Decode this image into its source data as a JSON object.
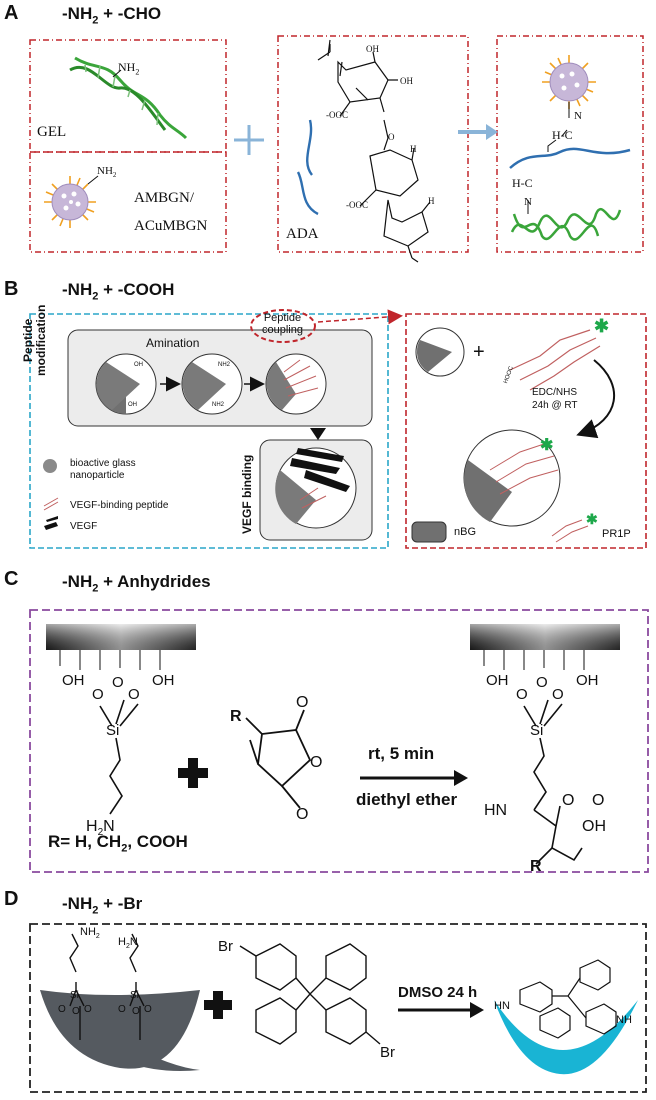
{
  "panel_a": {
    "label": "A",
    "title_parts": [
      "-NH",
      "2",
      " + -CHO"
    ],
    "gel_label": "GEL",
    "nh2_parts": [
      "NH",
      "2"
    ],
    "ambgn_line1": "AMBGN/",
    "ambgn_line2": "ACuMBGN",
    "ada_label": "ADA",
    "ooc": "-OOC",
    "oh": "OH",
    "h": "H",
    "o": "O",
    "schiff_hc": "H-C",
    "schiff_n": "N"
  },
  "panel_b": {
    "label": "B",
    "title_parts": [
      "-NH",
      "2",
      " + -COOH"
    ],
    "peptide_modification_line1": "Peptide",
    "peptide_modification_line2": "modification",
    "amination": "Amination",
    "peptide_coupling_line1": "Peptide",
    "peptide_coupling_line2": "coupling",
    "vegf_binding": "VEGF binding",
    "legend_bioactive_line1": "bioactive glass",
    "legend_bioactive_line2": "nanoparticle",
    "legend_peptide": "VEGF-binding peptide",
    "legend_vegf": "VEGF",
    "edc_line1": "EDC/NHS",
    "edc_line2": "24h @ RT",
    "nbg": "nBG",
    "pr1p": "PR1P",
    "oh": "OH",
    "nh2": "NH2",
    "cooh": "HOOC"
  },
  "panel_c": {
    "label": "C",
    "title_parts": [
      "-NH",
      "2",
      " + Anhydrides"
    ],
    "oh": "OH",
    "o": "O",
    "si": "Si",
    "h2n_parts": [
      "H",
      "2",
      "N"
    ],
    "r": "R",
    "rt": "rt, 5 min",
    "diethyl": "diethyl ether",
    "r_def_parts": [
      "R= H, CH",
      "2",
      ", COOH"
    ],
    "hn": "HN"
  },
  "panel_d": {
    "label": "D",
    "title_parts": [
      "-NH",
      "2",
      " + -Br"
    ],
    "nh2": "NH",
    "nh2_sub": "2",
    "h2n": "H",
    "h2n_sub": "2",
    "h2n_n": "N",
    "si": "Si",
    "o": "O",
    "br": "Br",
    "dmso": "DMSO 24 h",
    "hn": "HN",
    "nh": "NH",
    "plus_sign": "+"
  },
  "colors": {
    "red_dash": "#c0262c",
    "cyan_dash": "#2aa6c8",
    "purple_dash": "#8a4a9e",
    "black_dash": "#222222",
    "gel_green": "#3aa53a",
    "polymer_blue": "#2f6fb0",
    "nanoparticle": "#c7b7d8",
    "spikes": "#f0a020",
    "arrow_blue": "#8ab4d8",
    "cyan_fill": "#19b4d4",
    "gray_fill": "#555a60"
  }
}
